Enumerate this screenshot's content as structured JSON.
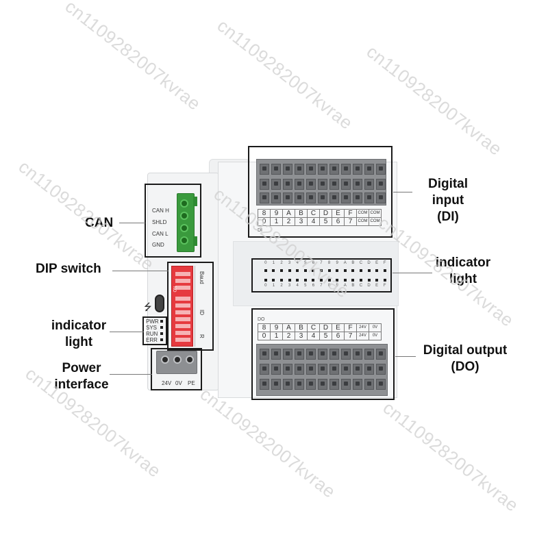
{
  "watermark_text": "cn1109282007kvrae",
  "callouts": {
    "can": "CAN",
    "dip_switch": "DIP switch",
    "indicator_left_1": "indicator",
    "indicator_left_2": "light",
    "power_1": "Power",
    "power_2": "interface",
    "digital_input_1": "Digital input",
    "digital_input_2": "(DI)",
    "indicator_right_1": "indicator",
    "indicator_right_2": "light",
    "digital_output_1": "Digital output",
    "digital_output_2": "(DO)"
  },
  "can_labels": [
    "CAN H",
    "SHLD",
    "CAN L",
    "GND"
  ],
  "dip_side_labels": [
    "Baud",
    "ID",
    "R"
  ],
  "dip_on_label": "ON",
  "led_labels": [
    "PWR",
    "SYS",
    "RUN",
    "ERR"
  ],
  "power_labels": [
    "24V",
    "0V",
    "PE"
  ],
  "di_table": {
    "top": [
      "8",
      "9",
      "A",
      "B",
      "C",
      "D",
      "E",
      "F",
      "COM",
      "COM"
    ],
    "bottom": [
      "0",
      "1",
      "2",
      "3",
      "4",
      "5",
      "6",
      "7",
      "COM",
      "COM"
    ],
    "tag": "DI"
  },
  "do_table": {
    "tag": "DO",
    "top": [
      "8",
      "9",
      "A",
      "B",
      "C",
      "D",
      "E",
      "F",
      "24V",
      "0V"
    ],
    "bottom": [
      "0",
      "1",
      "2",
      "3",
      "4",
      "5",
      "6",
      "7",
      "24V",
      "0V"
    ]
  },
  "indicator_numbers": [
    "0",
    "1",
    "2",
    "3",
    "4",
    "5",
    "6",
    "7",
    "8",
    "9",
    "A",
    "B",
    "C",
    "D",
    "E",
    "F"
  ],
  "colors": {
    "can_connector": "#3a9a3d",
    "dip_switch": "#e63a3f",
    "terminal": "#8e9093",
    "device_body": "#f3f4f5"
  }
}
